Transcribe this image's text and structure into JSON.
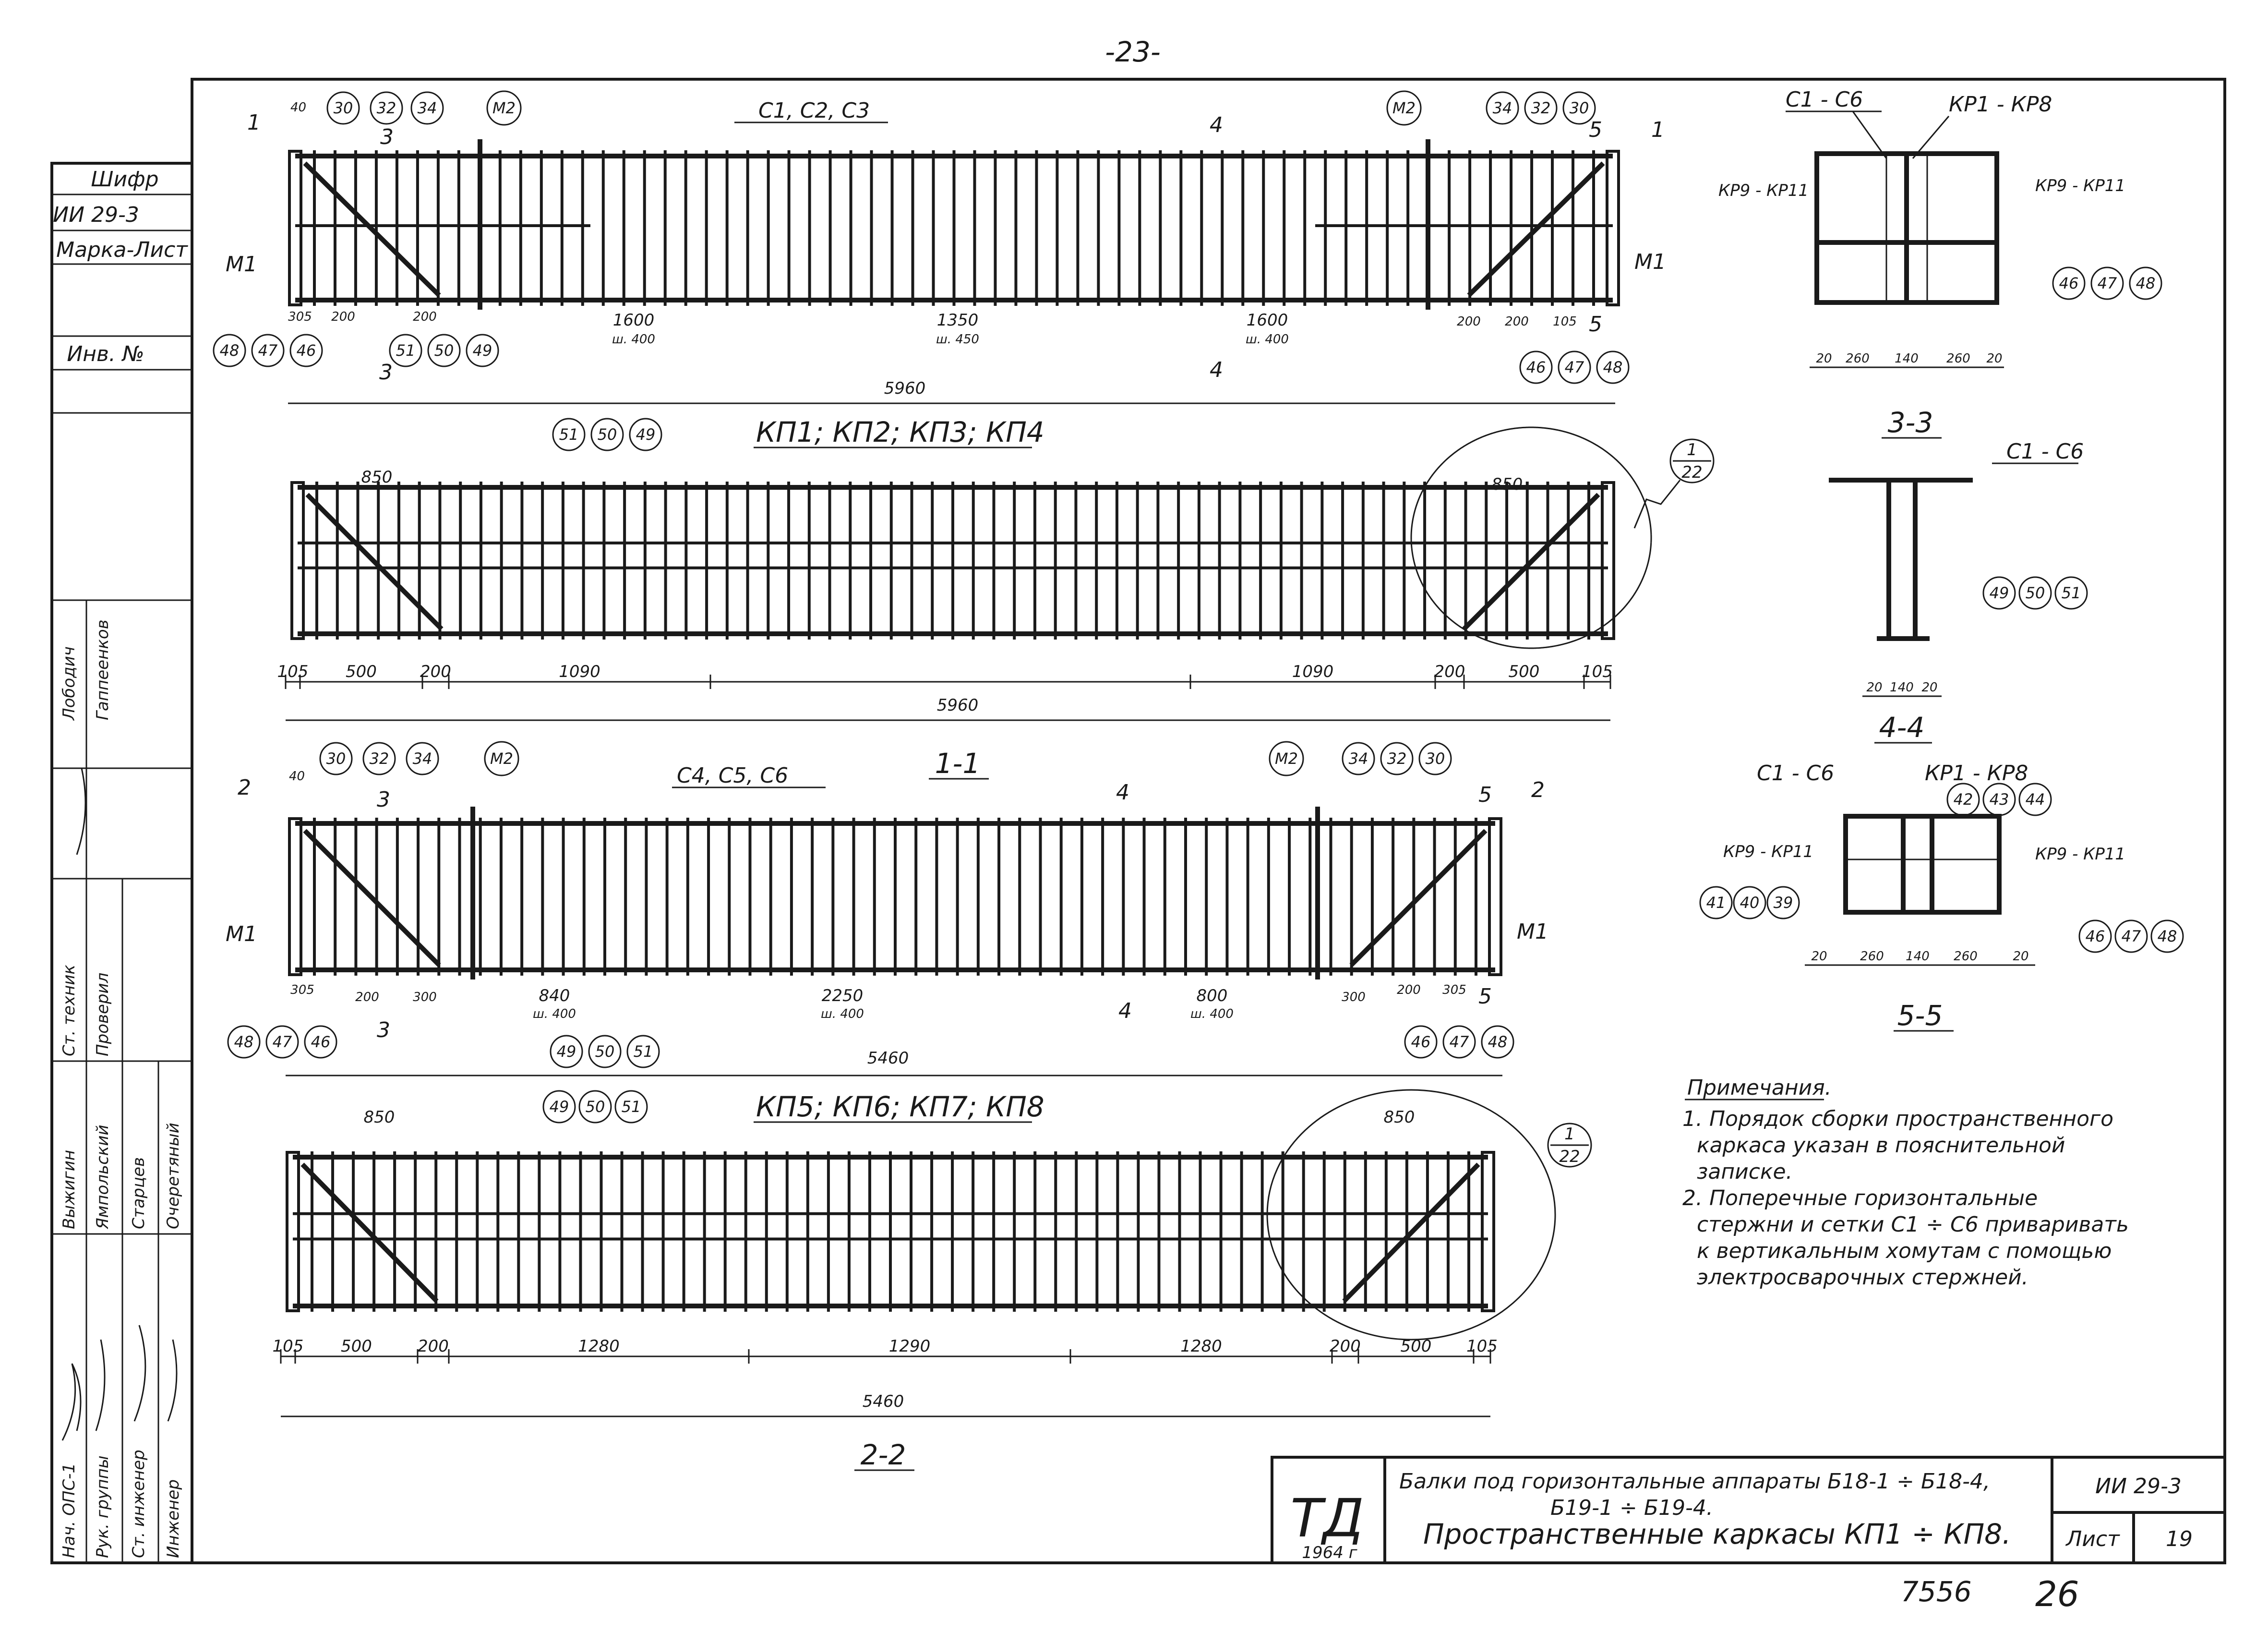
{
  "page_number": "-23-",
  "sidebar": {
    "cells": [
      "Шифр",
      "ИИ 29-3",
      "Марка-Лист",
      "Инв. №"
    ],
    "people": [
      {
        "role": "Нач. ОПС-1",
        "name": "Выжигин"
      },
      {
        "role": "Рук. группы",
        "name": "Ямпольский"
      },
      {
        "role": "Ст. инженер",
        "name": "Старцев"
      },
      {
        "role": "Инженер",
        "name": "Очеретяный"
      },
      {
        "role": "Ст. техник",
        "name": "Лободич"
      },
      {
        "role": "Проверил",
        "name": "Гаппеенков"
      }
    ]
  },
  "top_view": {
    "labels": [
      "С1, С2, С3",
      "М2",
      "М1",
      "1",
      "3",
      "4",
      "5"
    ],
    "marks_left_top": [
      "30",
      "32",
      "34"
    ],
    "marks_right_top": [
      "34",
      "32",
      "30"
    ],
    "marks_left_bottom": [
      "48",
      "47",
      "46"
    ],
    "marks_mid_bottom": [
      "51",
      "50",
      "49"
    ],
    "marks_right_bottom": [
      "46",
      "47",
      "48"
    ],
    "dims_top": [
      "40"
    ],
    "dims": [
      "305",
      "200",
      "200",
      "1600",
      "ш. 400",
      "1350",
      "ш. 450",
      "1600",
      "ш. 400",
      "200",
      "200",
      "105"
    ],
    "total": "5960"
  },
  "section_1_1": {
    "title": "КП1; КП2; КП3; КП4",
    "name": "1-1",
    "top_dims": [
      "850",
      "850"
    ],
    "marks": [
      "51",
      "50",
      "49"
    ],
    "callout": {
      "num": "1",
      "den": "22"
    },
    "dims": [
      "105",
      "500",
      "200",
      "1090",
      "1090",
      "200",
      "500",
      "105"
    ],
    "total": "5960"
  },
  "second_view": {
    "labels": [
      "С4, С5, С6",
      "М2",
      "М1",
      "2",
      "3",
      "4",
      "5"
    ],
    "marks_left_top": [
      "30",
      "32",
      "34"
    ],
    "marks_right_top": [
      "34",
      "32",
      "30"
    ],
    "marks_left_bottom": [
      "48",
      "47",
      "46"
    ],
    "marks_mid_bottom": [
      "49",
      "50",
      "51"
    ],
    "marks_right_bottom": [
      "46",
      "47",
      "48"
    ],
    "dims_top": [
      "40"
    ],
    "dims": [
      "305",
      "200",
      "300",
      "840",
      "ш. 400",
      "2250",
      "ш. 400",
      "800",
      "ш. 400",
      "300",
      "200",
      "305"
    ],
    "total": "5460"
  },
  "section_2_2": {
    "title": "КП5; КП6; КП7; КП8",
    "name": "2-2",
    "top_dims": [
      "850",
      "850"
    ],
    "marks": [
      "49",
      "50",
      "51"
    ],
    "callout": {
      "num": "1",
      "den": "22"
    },
    "dims": [
      "105",
      "500",
      "200",
      "1280",
      "1290",
      "1280",
      "200",
      "500",
      "105"
    ],
    "total": "5460"
  },
  "section_3_3": {
    "name": "3-3",
    "labels": [
      "С1 - С6",
      "КР1 - КР8",
      "КР9 - КР11",
      "КР9 - КР11"
    ],
    "marks": [
      "46",
      "47",
      "48"
    ],
    "dims": [
      "20",
      "260",
      "140",
      "260",
      "20"
    ]
  },
  "section_4_4": {
    "name": "4-4",
    "labels": [
      "С1 - С6"
    ],
    "marks": [
      "49",
      "50",
      "51"
    ],
    "dims": [
      "20",
      "140",
      "20"
    ]
  },
  "section_5_5": {
    "name": "5-5",
    "labels": [
      "С1 - С6",
      "КР1 - КР8",
      "КР9 - КР11",
      "КР9 - КР11"
    ],
    "marks_a": [
      "42",
      "43",
      "44"
    ],
    "marks_b": [
      "41",
      "40",
      "39"
    ],
    "marks_c": [
      "46",
      "47",
      "48"
    ],
    "dims": [
      "20",
      "260",
      "140",
      "260",
      "20"
    ]
  },
  "notes": {
    "heading": "Примечания.",
    "items": [
      "1. Порядок сборки пространственного",
      "каркаса указан в пояснительной",
      "записке.",
      "2. Поперечные горизонтальные",
      "стержни и сетки С1 ÷ С6 приваривать",
      "к вертикальным хомутам с помощью",
      "электросварочных стержней."
    ]
  },
  "title_block": {
    "logo": "ТД",
    "year": "1964 г",
    "line1": "Балки под горизонтальные аппараты Б18-1 ÷ Б18-4,",
    "line2": "Б19-1 ÷ Б19-4.",
    "line3": "Пространственные каркасы КП1 ÷ КП8.",
    "code": "ИИ 29-3",
    "sheet_label": "Лист",
    "sheet_number": "19"
  },
  "footer": {
    "left": "7556",
    "right": "26"
  }
}
